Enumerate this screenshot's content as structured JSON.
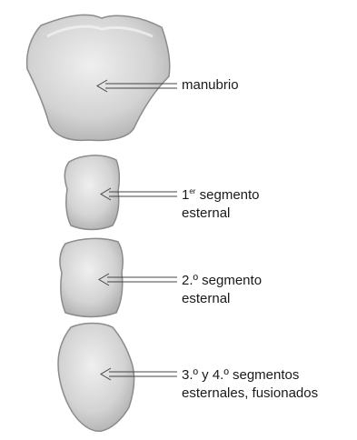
{
  "labels": {
    "manubrio": "manubrio",
    "seg1_num": "1",
    "seg1_sup": "er",
    "seg1_line1": " segmento",
    "seg1_line2": "esternal",
    "seg2_line1": "2.º segmento",
    "seg2_line2": "esternal",
    "seg34_line1": "3.º y 4.º segmentos",
    "seg34_line2": "esternales, fusionados"
  },
  "colors": {
    "bone_light": "#e6e6e6",
    "bone_mid": "#c9c9c9",
    "bone_dark": "#9a9a9a",
    "outline": "#8c8c8c",
    "arrow": "#444444",
    "text": "#1a1a1a"
  }
}
